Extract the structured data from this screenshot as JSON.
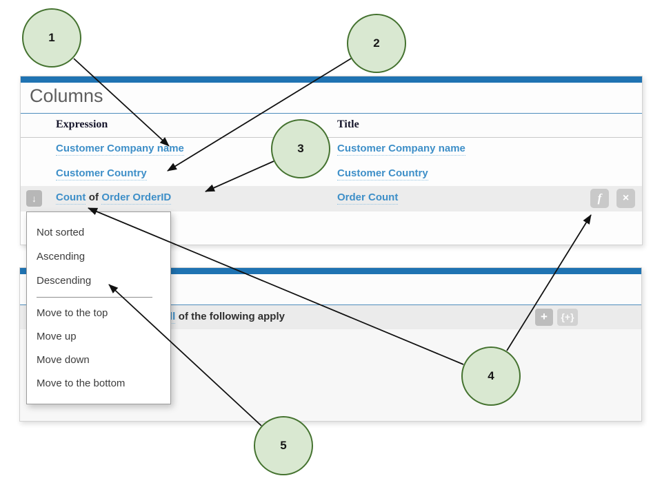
{
  "columns_panel": {
    "title": "Columns",
    "table": {
      "headers": {
        "expression": "Expression",
        "title": "Title"
      },
      "rows": [
        {
          "expression": "Customer Company name",
          "title": "Customer Company name"
        },
        {
          "expression": "Customer Country",
          "title": "Customer Country"
        },
        {
          "expression_aggregate": "Count",
          "expression_connector": "of",
          "expression_field": "Order OrderID",
          "title": "Order Count",
          "sort_order_glyph": "↓",
          "function_glyph": "f",
          "remove_glyph": "×"
        }
      ]
    }
  },
  "sort_menu": {
    "items": [
      "Not sorted",
      "Ascending",
      "Descending",
      "Move to the top",
      "Move up",
      "Move down",
      "Move to the bottom"
    ]
  },
  "filter_panel": {
    "condition_link_fragment": "ll",
    "condition_text": "of the following apply",
    "add_glyph": "+",
    "add_group_glyph": "{+}"
  },
  "callouts": [
    "1",
    "2",
    "3",
    "4",
    "5"
  ],
  "colors": {
    "accent_bar": "#1f73b2",
    "thin_rule": "#4c8cbc",
    "link": "#3e8fc8",
    "row_highlight": "#ececec",
    "callout_fill": "#d9e8d1",
    "callout_border": "#44722f"
  }
}
